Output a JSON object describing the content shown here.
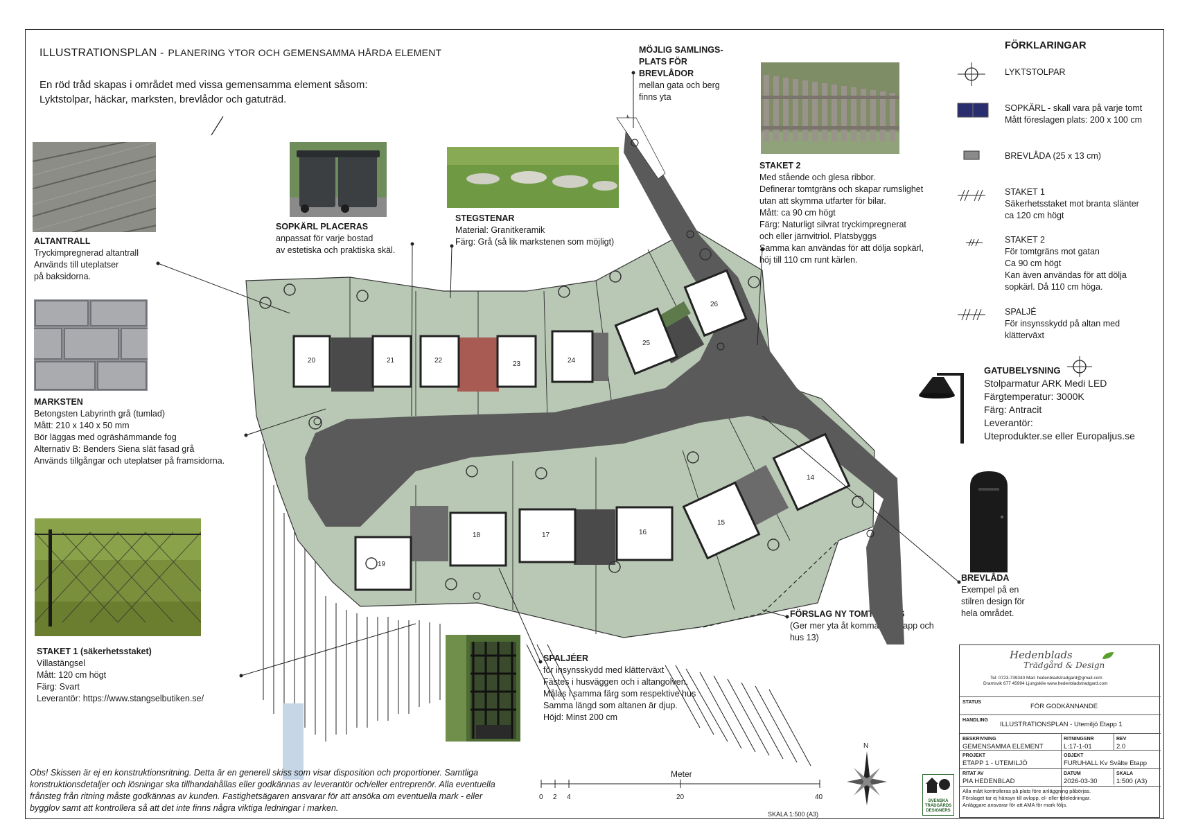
{
  "title": {
    "main": "ILLUSTRATIONSPLAN -",
    "sub": "PLANERING YTOR OCH GEMENSAMMA HÅRDA ELEMENT"
  },
  "intro": {
    "line1": "En röd tråd skapas i området med vissa gemensamma element såsom:",
    "line2": "Lyktstolpar, häckar, marksten, brevlådor och gatuträd."
  },
  "notes": {
    "altantrall": {
      "heading": "ALTANTRALL",
      "lines": [
        "Tryckimpregnerad altantrall",
        "Används till uteplatser",
        "på baksidorna."
      ]
    },
    "sopkarl": {
      "heading": "SOPKÄRL PLACERAS",
      "lines": [
        "anpassat för varje bostad",
        "av estetiska och praktiska skäl."
      ]
    },
    "stegstenar": {
      "heading": "STEGSTENAR",
      "lines": [
        "Material: Granitkeramik",
        "Färg: Grå (så lik markstenen som möjligt)"
      ]
    },
    "samlingsplats": {
      "heading_lines": [
        "MÖJLIG SAMLINGS-",
        "PLATS FÖR",
        "BREVLÅDOR"
      ],
      "lines": [
        "mellan gata och berg",
        "finns yta"
      ]
    },
    "staket2": {
      "heading": "STAKET 2",
      "lines": [
        "Med stående och glesa ribbor.",
        "Definerar tomtgräns och skapar rumslighet",
        "utan att skymma utfarter för bilar.",
        "Mått: ca 90 cm högt",
        "Färg: Naturligt silvrat tryckimpregnerat",
        "och eller järnvitriol. Platsbyggs",
        "Samma kan användas för att dölja sopkärl,",
        "höj till 110 cm runt kärlen."
      ]
    },
    "marksten": {
      "heading": "MARKSTEN",
      "lines": [
        "Betongsten Labyrinth grå (tumlad)",
        "Mått: 210 x 140 x 50 mm",
        "Bör läggas med ogräshämmande fog",
        "Alternativ B: Benders Siena slät fasad grå",
        "Används tillgångar och uteplatser på framsidorna."
      ]
    },
    "staket1": {
      "heading": "STAKET 1 (säkerhetsstaket)",
      "lines": [
        "Villastängsel",
        "Mått: 120 cm högt",
        "Färg: Svart",
        "Leverantör: https://www.stangselbutiken.se/"
      ]
    },
    "spaljeer": {
      "heading": "SPALJÉER",
      "lines": [
        "för insynsskydd med klätterväxt",
        "Fästes i husväggen och i altangolven.",
        "Målas i samma färg som respektive hus",
        "Samma längd som altanen är djup.",
        "Höjd: Minst 200 cm"
      ]
    },
    "tomtgrans": {
      "heading": "FÖRSLAG NY TOMTGRÄNS",
      "lines": [
        "(Ger mer yta åt kommande etapp och",
        "hus 13)"
      ]
    },
    "brevlada": {
      "heading": "BREVLÅDA",
      "lines": [
        "Exempel på en",
        "stilren design för",
        "hela området."
      ]
    }
  },
  "legend": {
    "title": "FÖRKLARINGAR",
    "items": [
      {
        "icon": "lamp-post-symbol-icon",
        "lines": [
          "LYKTSTOLPAR"
        ]
      },
      {
        "icon": "bin-symbol-icon",
        "lines": [
          "SOPKÄRL - skall vara på varje tomt",
          "Mått föreslagen plats:  200 x 100 cm"
        ]
      },
      {
        "icon": "mailbox-symbol-icon",
        "lines": [
          "BREVLÅDA (25 x 13 cm)"
        ]
      },
      {
        "icon": "fence1-symbol-icon",
        "lines": [
          "STAKET 1",
          "Säkerhetsstaket mot branta slänter",
          "ca 120 cm högt"
        ]
      },
      {
        "icon": "fence2-symbol-icon",
        "lines": [
          "STAKET 2",
          "För tomtgräns mot gatan",
          "Ca 90 cm högt",
          "Kan även användas för att dölja",
          "sopkärl. Då 110 cm höga."
        ]
      },
      {
        "icon": "trellis-symbol-icon",
        "lines": [
          "SPALJÉ",
          "För insynsskydd på altan med",
          "klätterväxt"
        ]
      }
    ]
  },
  "street_light": {
    "heading": "GATUBELYSNING",
    "lines": [
      "Stolparmatur ARK Medi LED",
      "Färgtemperatur: 3000K",
      "Färg: Antracit",
      "Leverantör:",
      "Uteprodukter.se eller Europaljus.se"
    ]
  },
  "houses": [
    "14",
    "15",
    "16",
    "17",
    "18",
    "19",
    "20",
    "21",
    "22",
    "23",
    "24",
    "25",
    "26"
  ],
  "obs": [
    "Obs! Skissen är ej en konstruktionsritning. Detta är en generell skiss som visar disposition och proportioner. Samtliga",
    "konstruktionsdetaljer och lösningar ska tillhandahållas eller godkännas av leverantör och/eller entreprenör. Alla eventuella",
    "frånsteg från ritning måste godkännas av kunden. Fastighetsägaren ansvarar för att ansöka om eventuella mark - eller",
    "bygglov samt att kontrollera så att det inte finns några viktiga ledningar i marken."
  ],
  "scale_bar": {
    "label": "Meter",
    "ticks": [
      "0",
      "2",
      "4",
      "20",
      "40"
    ],
    "caption": "SKALA 1:500 (A3)"
  },
  "north": "N",
  "sv_logo": [
    "SVENSKA",
    "TRÄDGÅRDS",
    "DESIGNERS"
  ],
  "title_block": {
    "logo_line1": "Hedenblads",
    "logo_line2": "Trädgård & Design",
    "contact1": "Tel: 0723-739340 Mail: hedenbladstradgard@gmail.com",
    "contact2": "Dramsvik 677 45994 Ljungskile www.hedenbladstradgard.com",
    "status_label": "STATUS",
    "status": "FÖR GODKÄNNANDE",
    "handling_label": "HANDLING",
    "handling": "ILLUSTRATIONSPLAN  - Utemiljö Etapp 1",
    "beskrivning_label": "BESKRIVNING",
    "beskrivning": "GEMENSAMMA ELEMENT",
    "ritningsnr_label": "RITNINGSNR",
    "ritningsnr": "L:17-1-01",
    "rev_label": "REV",
    "rev": "2.0",
    "projekt_label": "PROJEKT",
    "projekt": "ETAPP 1 - UTEMILJÖ",
    "objekt_label": "OBJEKT",
    "objekt": "FURUHALL Kv Svälte Etapp",
    "ritat_label": "RITAT AV",
    "ritat": "PIA HEDENBLAD",
    "datum_label": "DATUM",
    "datum": "2026-03-30",
    "skala_label": "SKALA",
    "skala": "1:500 (A3)",
    "footer": [
      "Alla mått kontrolleras på plats före anläggning påbörjas.",
      "Förslaget tar ej hänsyn till avlopp, el- eller teleledningar.",
      "Anläggare ansvarar för att AMA för mark följs."
    ]
  },
  "colors": {
    "grass": "#b9c8b5",
    "road": "#5a5a5a",
    "roof": "#ffffff",
    "carport_red": "#a85b52",
    "carport_grey": "#6b6b6b"
  }
}
